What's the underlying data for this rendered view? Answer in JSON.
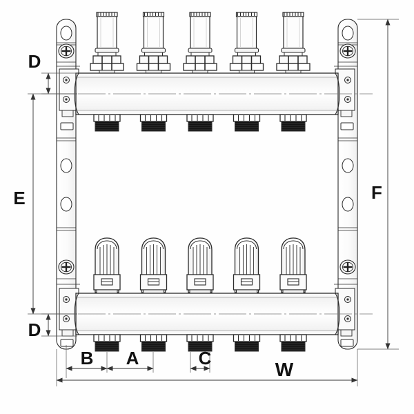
{
  "drawing": {
    "title": "Underfloor heating manifold assembly drawing",
    "background_color": "#fefefe",
    "line_color": "#2a2a2a",
    "dim_line_color": "#555555",
    "label_color": "#111111",
    "fitting_dark_color": "#141414",
    "circuits": 5
  },
  "dimensions": {
    "D_top": {
      "label": "D",
      "orientation": "vertical",
      "side": "left"
    },
    "D_bottom": {
      "label": "D",
      "orientation": "vertical",
      "side": "left"
    },
    "E": {
      "label": "E",
      "orientation": "vertical",
      "side": "left"
    },
    "F": {
      "label": "F",
      "orientation": "vertical",
      "side": "right"
    },
    "B": {
      "label": "B",
      "orientation": "horizontal",
      "side": "bottom"
    },
    "A": {
      "label": "A",
      "orientation": "horizontal",
      "side": "bottom"
    },
    "C": {
      "label": "C",
      "orientation": "horizontal",
      "side": "bottom"
    },
    "W": {
      "label": "W",
      "orientation": "horizontal",
      "side": "bottom"
    }
  },
  "components": {
    "upper_manifold": {
      "name": "upper manifold tube"
    },
    "lower_manifold": {
      "name": "lower manifold tube"
    },
    "flow_meters": {
      "name": "flow meter",
      "count": 5
    },
    "thermostatic_knobs": {
      "name": "thermostatic valve knob",
      "count": 5
    },
    "upper_outlets": {
      "name": "upper outlet fitting",
      "count": 5
    },
    "lower_outlets": {
      "name": "lower outlet fitting",
      "count": 5
    },
    "left_bracket": {
      "name": "left mounting bracket"
    },
    "right_bracket": {
      "name": "right mounting bracket"
    }
  }
}
